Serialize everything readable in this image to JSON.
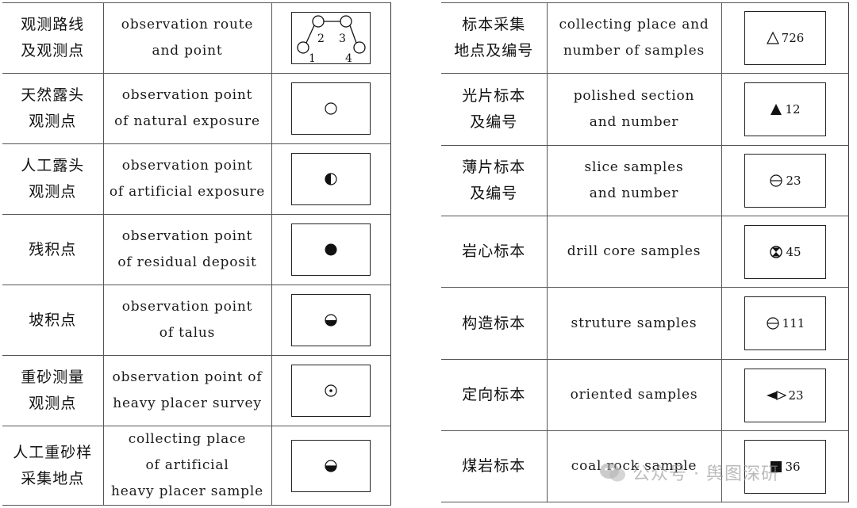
{
  "left_rows": [
    {
      "cn": [
        "观测路线",
        "及观测点"
      ],
      "en": [
        "observation route",
        "and point"
      ],
      "symbol": "route-icon",
      "labels": [
        "2",
        "3",
        "1",
        "4"
      ]
    },
    {
      "cn": [
        "天然露头",
        "观测点"
      ],
      "en": [
        "observation point",
        "of natural exposure"
      ],
      "symbol": "open-circle-icon"
    },
    {
      "cn": [
        "人工露头",
        "观测点"
      ],
      "en": [
        "observation point",
        "of artificial exposure"
      ],
      "symbol": "half-left-filled-circle-icon"
    },
    {
      "cn": [
        "残积点"
      ],
      "en": [
        "observation point",
        "of residual deposit"
      ],
      "symbol": "filled-circle-icon"
    },
    {
      "cn": [
        "坡积点"
      ],
      "en": [
        "observation point",
        "of talus"
      ],
      "symbol": "half-bottom-filled-circle-icon"
    },
    {
      "cn": [
        "重砂测量",
        "观测点"
      ],
      "en": [
        "observation point of",
        "heavy placer survey"
      ],
      "symbol": "dotted-circle-icon"
    },
    {
      "cn": [
        "人工重砂样",
        "采集地点"
      ],
      "en": [
        "collecting place",
        "of artificial",
        "heavy placer sample"
      ],
      "symbol": "half-bottom-filled-circle-bar-icon"
    }
  ],
  "right_rows": [
    {
      "cn": [
        "标本采集",
        "地点及编号"
      ],
      "en": [
        "collecting place and",
        "number of samples"
      ],
      "symbol": "open-triangle-icon",
      "number": "726"
    },
    {
      "cn": [
        "光片标本",
        "及编号"
      ],
      "en": [
        "polished section",
        "and number"
      ],
      "symbol": "filled-triangle-icon",
      "number": "12"
    },
    {
      "cn": [
        "薄片标本",
        "及编号"
      ],
      "en": [
        "slice samples",
        "and number"
      ],
      "symbol": "circle-bar-icon",
      "number": "23"
    },
    {
      "cn": [
        "岩心标本"
      ],
      "en": [
        "drill core samples"
      ],
      "symbol": "hourglass-circle-icon",
      "number": "45"
    },
    {
      "cn": [
        "构造标本"
      ],
      "en": [
        "struture samples"
      ],
      "symbol": "circle-bar-icon",
      "number": "111"
    },
    {
      "cn": [
        "定向标本"
      ],
      "en": [
        "oriented samples"
      ],
      "symbol": "arrow-icon",
      "number": "23"
    },
    {
      "cn": [
        "煤岩标本"
      ],
      "en": [
        "coal rock sample"
      ],
      "symbol": "filled-square-icon",
      "number": "36"
    }
  ],
  "watermark": {
    "text": "公众号 · 舆图深研"
  }
}
